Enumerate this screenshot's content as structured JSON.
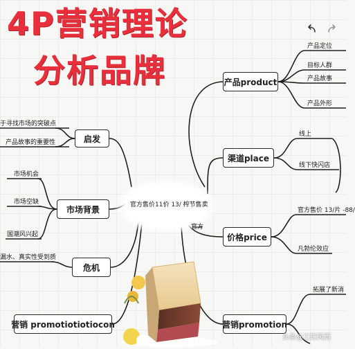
{
  "title": {
    "line1": "4P营销理论",
    "line2": "分析品牌"
  },
  "center": {
    "text": "官方售价11价 13/ 榨节售卖"
  },
  "right_branches": {
    "product": {
      "label": "产品product",
      "leaves": [
        "产品定位",
        "目标人群",
        "产品故事",
        "产品外形"
      ]
    },
    "place": {
      "label": "渠道place",
      "leaves": [
        "线上",
        "线下快闪店"
      ]
    },
    "price": {
      "label": "价格price",
      "leaves": [
        "官方售价 13/片 -88/",
        "凡勃伦效应"
      ],
      "stub": "官方"
    },
    "promotion": {
      "label": "营销promotion",
      "leaves": [
        "拓展了新消"
      ]
    }
  },
  "left_branches": {
    "qifa": {
      "label": "启发",
      "leaves": [
        "于寻找市场的突破点",
        "产品故事的重要性"
      ]
    },
    "background": {
      "label": "市场背景",
      "leaves": [
        "市场机会",
        "市场空缺",
        "国潮风兴起"
      ]
    },
    "crisis": {
      "label": "危机",
      "leaves": [
        "漏水、真实性受到质"
      ]
    },
    "promo_left": {
      "label": "营销 promotiotiotiocon"
    }
  },
  "toolbar": {
    "undo_icon": "undo-arrow-icon",
    "redo_icon": "redo-arrow-icon"
  },
  "watermark": "头条@工町风雨",
  "colors": {
    "title": "#e8303c",
    "line": "#1f1f1f",
    "background": "#f7f7f5"
  }
}
